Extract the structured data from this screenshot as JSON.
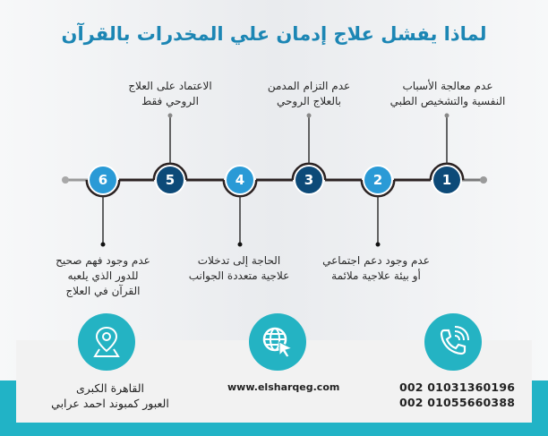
{
  "title": "لماذا يفشل علاج إدمان علي المخدرات بالقرآن",
  "steps": [
    {
      "num": "1",
      "label_line1": "عدم معالجة الأسباب",
      "label_line2": "النفسية والتشخيص الطبي",
      "position": "top",
      "style": "dark"
    },
    {
      "num": "2",
      "label_line1": "عدم وجود دعم اجتماعي",
      "label_line2": "أو بيئة علاجية ملائمة",
      "position": "bottom",
      "style": "light"
    },
    {
      "num": "3",
      "label_line1": "عدم التزام المدمن",
      "label_line2": "بالعلاج الروحي",
      "position": "top",
      "style": "dark"
    },
    {
      "num": "4",
      "label_line1": "الحاجة إلى تدخلات",
      "label_line2": "علاجية متعددة الجوانب",
      "position": "bottom",
      "style": "light"
    },
    {
      "num": "5",
      "label_line1": "الاعتماد على العلاج",
      "label_line2": "الروحي فقط",
      "position": "top",
      "style": "dark"
    },
    {
      "num": "6",
      "label_line1": "عدم وجود فهم صحيح",
      "label_line2": "للدور الذي يلعبه",
      "label_line3": "القرآن في العلاج",
      "position": "bottom",
      "style": "light"
    }
  ],
  "footer": {
    "address_line1": "القاهرة الكبرى",
    "address_line2": "العبور كمبوند احمد عرابي",
    "website": "www.elsharqeg.com",
    "phone1": "002 01031360196",
    "phone2": "002 01055660388",
    "icons": [
      "location-pin-icon",
      "globe-cursor-icon",
      "phone-call-icon"
    ]
  },
  "colors": {
    "title": "#1c86b4",
    "dark_circle": "#0d4a78",
    "light_circle": "#2a9ad6",
    "teal": "#24b3c3",
    "line": "#2b2222"
  }
}
